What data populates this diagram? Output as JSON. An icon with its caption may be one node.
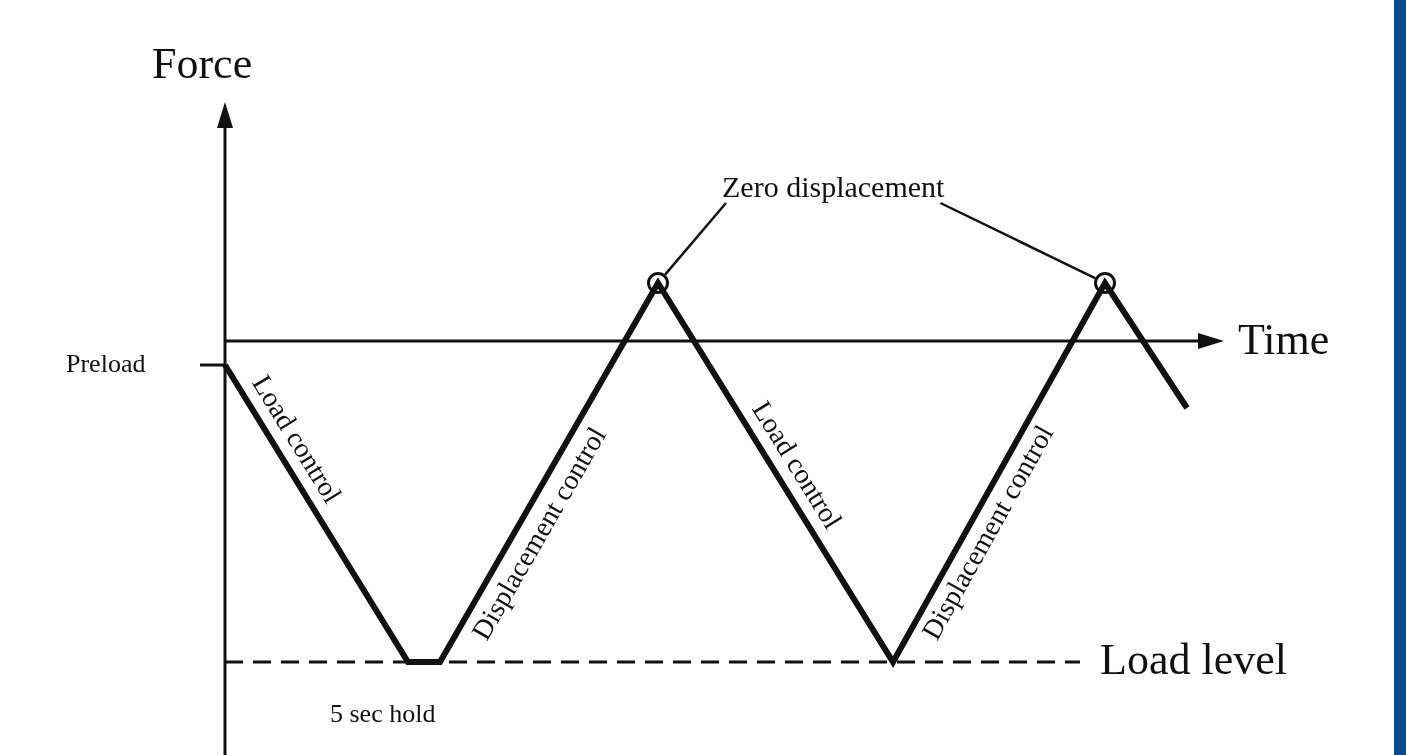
{
  "diagram": {
    "nodes": [
      {
        "text": [
          "Zero displacement"
        ]
      },
      {
        "text": [],
        "shape": "circle"
      },
      {
        "text": [],
        "shape": "circle"
      }
    ],
    "edges": [
      {
        "from": 0,
        "to": 1,
        "arrow": "none"
      },
      {
        "from": 0,
        "to": 2,
        "arrow": "none"
      }
    ],
    "labels": [
      "Force",
      "Time",
      "Preload",
      "Load control",
      "Displacement control",
      "Load control",
      "Displacement control",
      "Load level",
      "5 sec hold"
    ]
  }
}
